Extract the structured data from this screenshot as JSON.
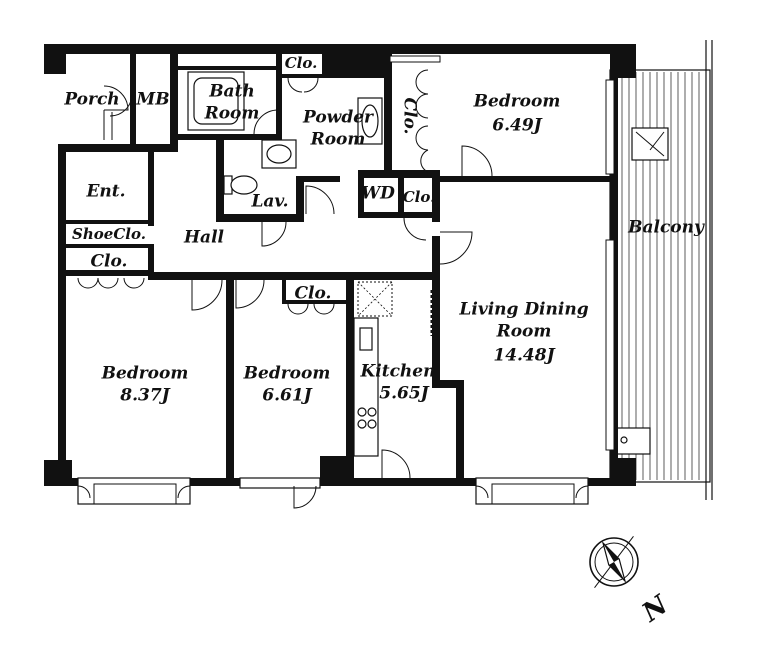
{
  "rooms": {
    "porch": "Porch",
    "mb": "MB",
    "bath_line1": "Bath",
    "bath_line2": "Room",
    "clo_top": "Clo.",
    "powder_line1": "Powder",
    "powder_line2": "Room",
    "clo_vertical": "Clo.",
    "bedroom_ne_name": "Bedroom",
    "bedroom_ne_size": "6.49J",
    "ent": "Ent.",
    "shoe_clo": "ShoeClo.",
    "lav": "Lav.",
    "wd": "WD",
    "clo_wd": "Clo.",
    "hall": "Hall",
    "balcony": "Balcony",
    "clo_left": "Clo.",
    "clo_mid": "Clo.",
    "ldr_line1": "Living Dining",
    "ldr_line2": "Room",
    "ldr_size": "14.48J",
    "bedroom_sw_name": "Bedroom",
    "bedroom_sw_size": "8.37J",
    "bedroom_s_name": "Bedroom",
    "bedroom_s_size": "6.61J",
    "kitchen_name": "Kitchen",
    "kitchen_size": "5.65J"
  },
  "compass": {
    "north_label": "N",
    "icon": "compass-icon"
  },
  "colors": {
    "wall": "#111111",
    "background": "#ffffff"
  }
}
